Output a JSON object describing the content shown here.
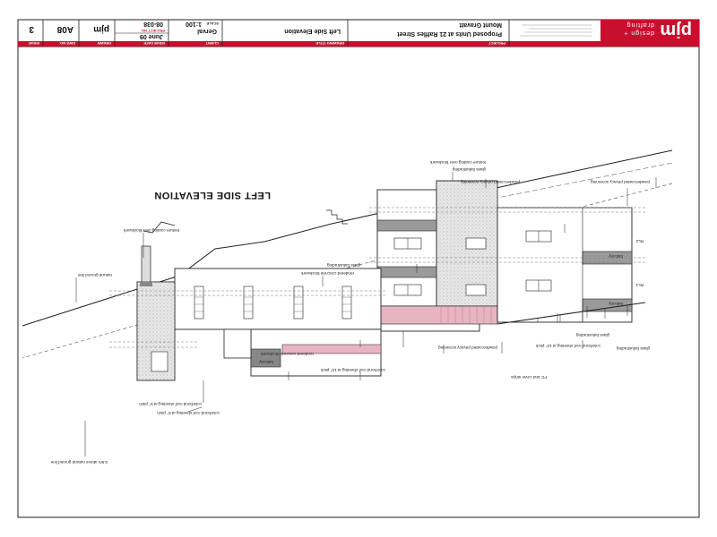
{
  "title_block": {
    "issue_label": "ISSUE",
    "issue_value": "3",
    "dwg_label": "DWG NO.",
    "dwg_value": "A08",
    "drawn_label": "DRAWN",
    "drawn_value": "pjm",
    "scale_label": "SCALE",
    "scale_value": "1:100",
    "date_label": "ISSUE DATE",
    "date_value": "June 09",
    "project_no_label": "PROJECT NO.",
    "project_no_value": "08-038",
    "client_label": "CLIENT",
    "client_value": "Gerval",
    "drawing_title_label": "DRAWING TITLE",
    "drawing_title_value": "Left Side Elevation",
    "project_label": "PROJECT",
    "project_line1": "Proposed Units at 21 Raffles Street",
    "project_line2": "Mount Gravatt",
    "firm_logo": "pjm",
    "firm_tagline_1": "design +",
    "firm_tagline_2": "drafting"
  },
  "drawing": {
    "elevation_title": "LEFT SIDE ELEVATION",
    "annotations": {
      "natural_ground_line": "natural ground line",
      "texture_coating": "texture coating over blockwork",
      "rendered_block_upper": "rendered concrete blockwork",
      "rendered_block_lower": "rendered concrete blockwork",
      "glass_balustrading_1": "glass balustrading",
      "glass_balustrading_2": "glass balustrading",
      "glass_balustrading_3": "glass balustrading",
      "texture_coating_2": "texture coating over blockwork",
      "powdercoated_privacy": "powdercoated privacy screening",
      "powdercoated_privacy_2": "powdercoated privacy screening",
      "powdercoated_privacy_3": "powdercoated privacy screening",
      "glass_balustrading_4": "glass balustrading",
      "colorbond_roof_1": "colorbond roof sheeting at 5° pitch",
      "colorbond_roof_2": "colorbond roof sheeting at 5° pitch",
      "colorbond_roof_3": "colorbond roof sheeting at 10° pitch",
      "colorbond_roof_4": "colorbond roof sheeting at 10° pitch",
      "fc_cover_strips": "FC and cover strips",
      "balcony_1": "balcony",
      "balcony_2": "balcony",
      "balcony_3": "balcony",
      "offset_ground_line": "0.5m above natural ground line",
      "rl_1": "RL1",
      "rl_2": "RL2"
    }
  }
}
